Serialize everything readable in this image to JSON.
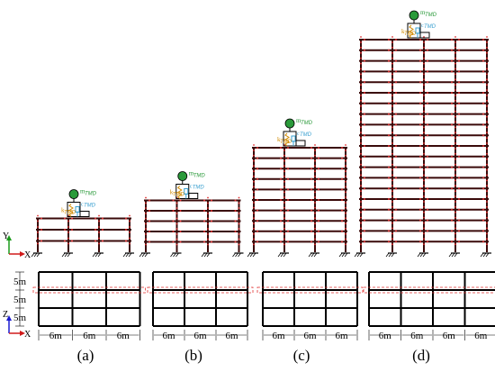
{
  "figure": {
    "panels": [
      {
        "label": "(a)",
        "bays": 3,
        "stories": 3
      },
      {
        "label": "(b)",
        "bays": 3,
        "stories": 5
      },
      {
        "label": "(c)",
        "bays": 3,
        "stories": 10
      },
      {
        "label": "(d)",
        "bays": 4,
        "stories": 20
      }
    ],
    "tmd_mass_label": "m",
    "tmd_mass_sub": "TMD",
    "tmd_k_label": "k",
    "tmd_k_sub": "TMD",
    "tmd_c_label": "c",
    "tmd_c_sub": "TMD",
    "bay_width_label": "6m",
    "bay_depth_label": "5m",
    "elevation_axes": {
      "vertical": "Y",
      "horizontal": "X"
    },
    "plan_axes": {
      "vertical": "Z",
      "horizontal": "X"
    },
    "colors": {
      "frame": "#3a0a0a",
      "hinge": "#e03030",
      "mass": "#2a9a3a",
      "spring": "#d08a00",
      "damper": "#3aa0d0",
      "axis_y": "#1a9a1a",
      "axis_x": "#d01a1a",
      "axis_z": "#1a1ad0",
      "bracing": "#e03030"
    }
  }
}
